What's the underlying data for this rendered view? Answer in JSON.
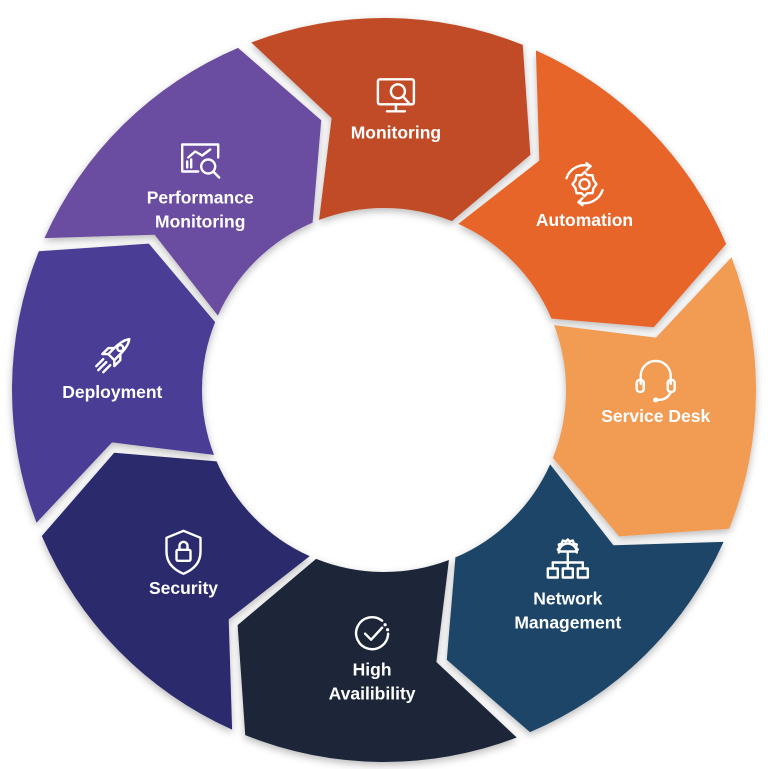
{
  "segments": [
    {
      "label_lines": [
        "Monitoring"
      ],
      "color": "#c14b25",
      "icon": "monitor-magnifier-icon"
    },
    {
      "label_lines": [
        "Automation"
      ],
      "color": "#e8652a",
      "icon": "gear-cycle-icon"
    },
    {
      "label_lines": [
        "Service Desk"
      ],
      "color": "#f19b52",
      "icon": "headset-icon"
    },
    {
      "label_lines": [
        "Network",
        "Management"
      ],
      "color": "#1d4467",
      "icon": "network-tree-icon"
    },
    {
      "label_lines": [
        "High",
        "Availibility"
      ],
      "color": "#1c2639",
      "icon": "clock-check-icon"
    },
    {
      "label_lines": [
        "Security"
      ],
      "color": "#2b2a6c",
      "icon": "shield-lock-icon"
    },
    {
      "label_lines": [
        "Deployment"
      ],
      "color": "#4a3d96",
      "icon": "rocket-icon"
    },
    {
      "label_lines": [
        "Performance",
        "Monitoring"
      ],
      "color": "#6a4ea1",
      "icon": "analytics-magnifier-icon"
    }
  ]
}
